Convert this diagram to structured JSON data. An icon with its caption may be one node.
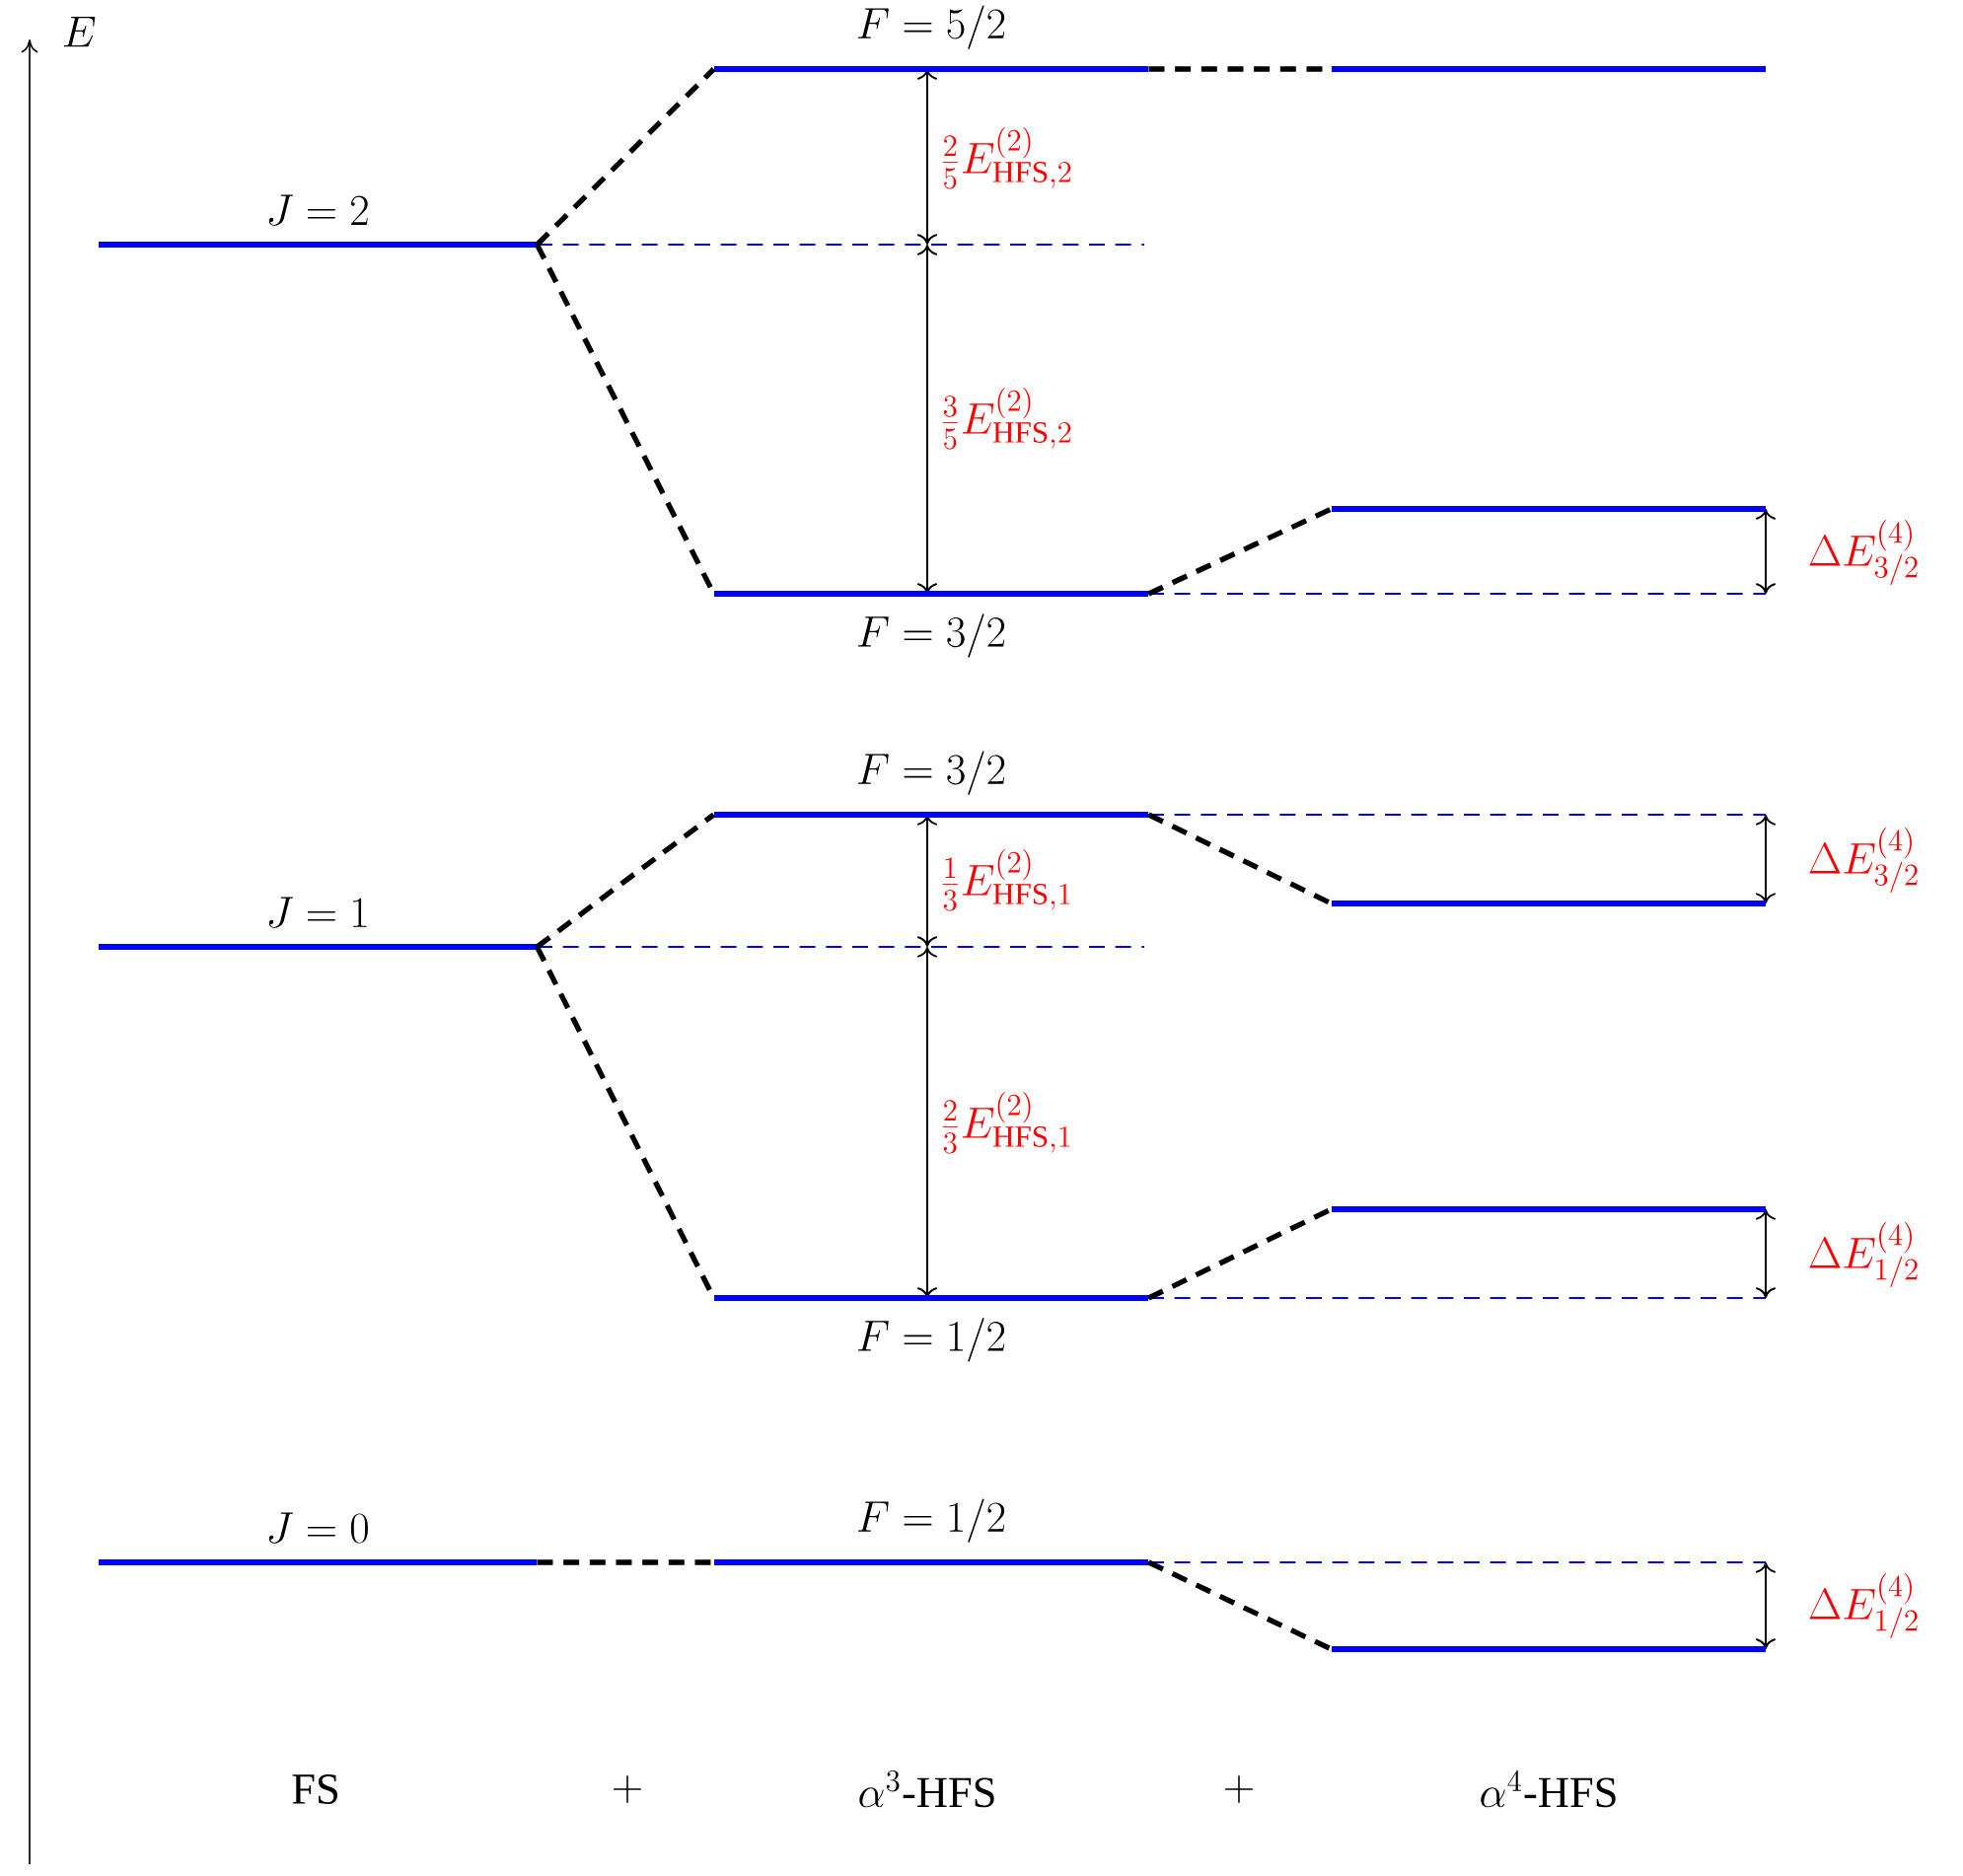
{
  "diagram": {
    "nodes": [
      {
        "text": [
          "J = 2"
        ]
      },
      {
        "text": [
          "F = 5/2"
        ]
      },
      {
        "text": [
          "F = 3/2"
        ]
      },
      {
        "text": [],
        "shape": "bar"
      },
      {
        "text": [],
        "shape": "bar"
      },
      {
        "text": [
          "J = 1"
        ]
      },
      {
        "text": [
          "F = 3/2"
        ]
      },
      {
        "text": [
          "F = 1/2"
        ]
      },
      {
        "text": [],
        "shape": "bar"
      },
      {
        "text": [],
        "shape": "bar"
      },
      {
        "text": [
          "J = 0"
        ]
      },
      {
        "text": [
          "F = 1/2"
        ]
      },
      {
        "text": [],
        "shape": "bar"
      }
    ],
    "edges": [
      {
        "from": 0,
        "to": 1,
        "arrow": "none",
        "style": "dashed"
      },
      {
        "from": 0,
        "to": 2,
        "arrow": "none",
        "style": "dashed"
      },
      {
        "from": 1,
        "to": 3,
        "arrow": "none",
        "style": "dashed"
      },
      {
        "from": 2,
        "to": 4,
        "arrow": "none",
        "style": "dashed"
      },
      {
        "from": 5,
        "to": 6,
        "arrow": "none",
        "style": "dashed"
      },
      {
        "from": 5,
        "to": 7,
        "arrow": "none",
        "style": "dashed"
      },
      {
        "from": 6,
        "to": 8,
        "arrow": "none",
        "style": "dashed"
      },
      {
        "from": 7,
        "to": 9,
        "arrow": "none",
        "style": "dashed"
      },
      {
        "from": 10,
        "to": 11,
        "arrow": "none",
        "style": "dashed"
      },
      {
        "from": 11,
        "to": 12,
        "arrow": "none",
        "style": "dashed"
      }
    ],
    "labels": [
      "E",
      "\\frac{2}{5}E^{(2)}_{\\mathrm{HFS},2}",
      "\\frac{3}{5}E^{(2)}_{\\mathrm{HFS},2}",
      "\\Delta E^{(4)}_{3/2}",
      "\\frac{1}{3}E^{(2)}_{\\mathrm{HFS},1}",
      "\\Delta E^{(4)}_{3/2}",
      "\\frac{2}{3}E^{(2)}_{\\mathrm{HFS},1}",
      "\\Delta E^{(4)}_{1/2}",
      "\\Delta E^{(4)}_{1/2}",
      "FS",
      "+",
      "\\alpha^{3}\\mbox{-HFS}",
      "+",
      "\\alpha^{4}\\mbox{-HFS}"
    ]
  }
}
